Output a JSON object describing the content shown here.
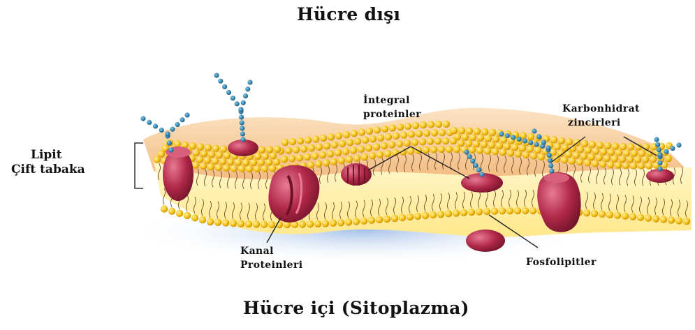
{
  "title_top": "Hücre dışı",
  "title_bottom": "Hücre içi (Sitoplazma)",
  "labels": {
    "lipid_bilayer": {
      "line1": "Lipit",
      "line2": "Çift tabaka"
    },
    "integral_proteins": {
      "line1": "İntegral",
      "line2": "proteinler"
    },
    "carbohydrate_chains": {
      "line1": "Karbonhidrat",
      "line2": "zincirleri"
    },
    "channel_proteins": {
      "line1": "Kanal",
      "line2": "Proteinleri"
    },
    "phospholipids": "Fosfolipitler"
  },
  "colors": {
    "bead": "#f4c21b",
    "bead_edge": "#c78a00",
    "membrane_top": "#f6c58a",
    "membrane_side": "#fff2b0",
    "protein": "#b02848",
    "protein_light": "#d85a78",
    "glycan": "#1f7aa8",
    "shadow": "#a8c4e8"
  }
}
